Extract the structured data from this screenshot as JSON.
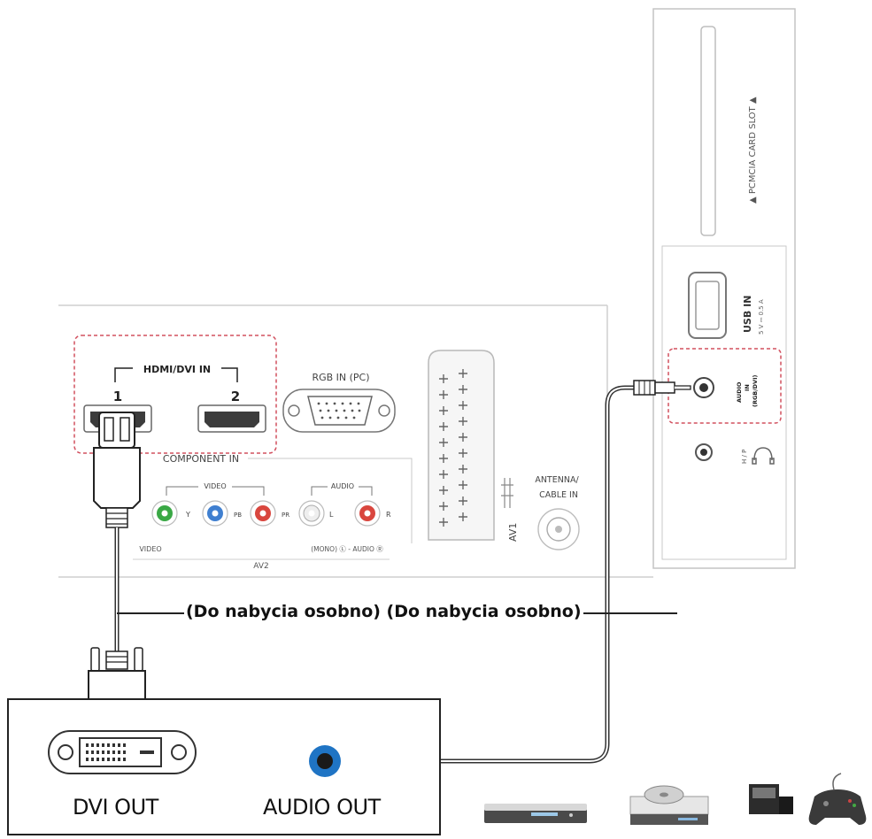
{
  "tv_panel": {
    "pcmcia_label": "▲ PCMCIA CARD SLOT ▲",
    "usb_label": "USB IN",
    "usb_spec": "5 V ⎓ 0.5 A",
    "audio_in_line1": "AUDIO",
    "audio_in_line2": "IN",
    "audio_in_line3": "(RGB/DVI)",
    "hp_label": "H / P",
    "hdmi_label": "HDMI/DVI IN",
    "hdmi_port1": "1",
    "hdmi_port2": "2",
    "rgb_label": "RGB IN (PC)",
    "component_label": "COMPONENT IN",
    "video_group": "VIDEO",
    "audio_group": "AUDIO",
    "jack_y": "Y",
    "jack_pb": "PB",
    "jack_pr": "PR",
    "jack_l": "L",
    "jack_r": "R",
    "bottom_video": "VIDEO",
    "bottom_mono_audio": "(MONO) Ⓛ - AUDIO Ⓡ",
    "av2_label": "AV2",
    "av1_label": "AV1",
    "antenna_label_line1": "ANTENNA/",
    "antenna_label_line2": "CABLE IN"
  },
  "note": "(Do nabycia osobno) (Do nabycia osobno)",
  "source_device": {
    "dvi_out_label": "DVI OUT",
    "audio_out_label": "AUDIO OUT"
  },
  "device_icons": [
    "dvd-recorder-icon",
    "dvd-player-icon",
    "pc-icon",
    "gamepad-icon"
  ],
  "colors": {
    "highlight_dash": "#d2505f",
    "jack_green": "#3aa845",
    "jack_blue": "#3f7fd0",
    "jack_red": "#d9463e",
    "audio_out_blue": "#1f74c4",
    "panel_line": "#bdbdbd"
  }
}
